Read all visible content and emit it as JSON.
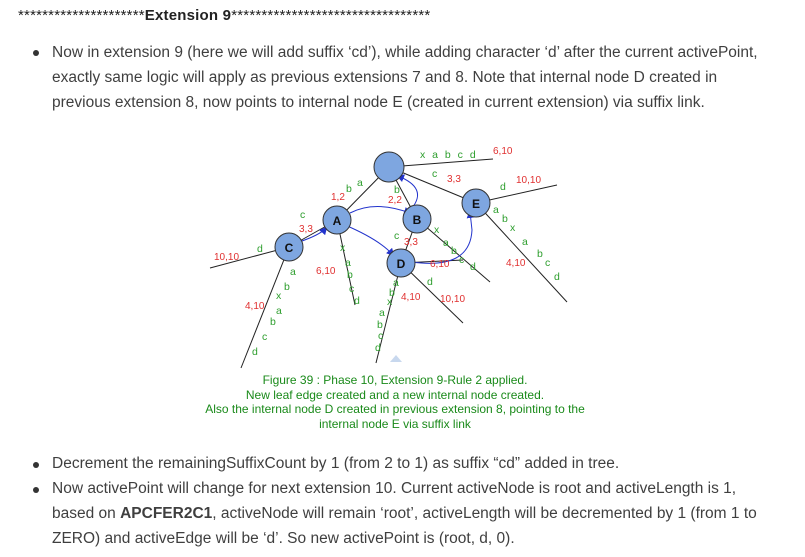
{
  "header": {
    "stars_left": "*********************",
    "title": "Extension 9",
    "stars_right": "*********************************"
  },
  "intro": {
    "line1": "Now in extension 9 (here we will add suffix ‘cd’), while adding character ‘d’ after the current activePoint,",
    "line2": "exactly same logic will apply as previous extensions 7 and 8. Note that internal node D created in",
    "line3": "previous extension 8, now points to internal node E (created in current extension) via suffix link."
  },
  "diagram": {
    "nodes": {
      "a": "A",
      "b": "B",
      "c": "C",
      "d": "D",
      "e": "E"
    },
    "labels": {
      "root_edge_chars": "x a b c d",
      "root_edge_index": "6,10",
      "e_edge_char": "c",
      "e_edge_index": "3,3",
      "e_right_index": "10,10",
      "e_right_char": "d",
      "e_down_index": "4,10",
      "a_edge_index": "1,2",
      "b_edge_index": "2,2",
      "c_edge_index": "3,3",
      "c_left_index": "10,10",
      "c_left_char": "d",
      "c_down_index": "4,10",
      "a_down_index": "6,10",
      "b_down_index": "3,3",
      "d_right_index": "6,10",
      "d_down_index": "4,10",
      "d_down2_index": "10,10"
    },
    "caption": {
      "line1": "Figure 39 : Phase 10, Extension 9-Rule 2 applied.",
      "line2": "New leaf edge created and a new internal node created.",
      "line3": "Also the internal node D created in previous extension 8, pointing to the",
      "line4": "internal node E via suffix link"
    }
  },
  "bullets": {
    "b1": "Decrement the remainingSuffixCount by 1 (from 2 to 1) as suffix “cd” added in tree.",
    "b2_line1_pre": "Now activePoint will change for next extension 10. Current activeNode is root and activeLength is 1,",
    "b2_line2_pre": "based on ",
    "b2_line2_bold": "APCFER2C1",
    "b2_line2_post": ", activeNode will remain ‘root’, activeLength will be decremented by 1 (from 1 to",
    "b2_line3": "ZERO) and activeEdge will be ‘d’. So new activePoint is (root, d, 0)."
  },
  "colors": {
    "node_fill": "#7ea6e0",
    "label_red": "#e03030",
    "label_green": "#2e9e2e",
    "link_blue": "#2233cc"
  }
}
